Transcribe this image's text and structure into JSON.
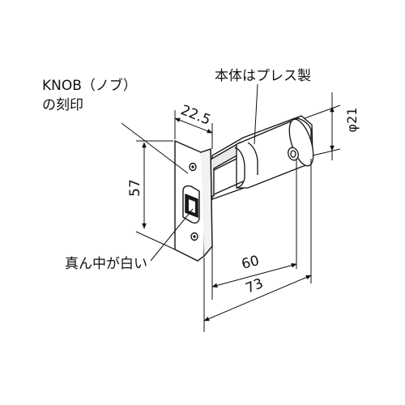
{
  "labels": {
    "knob_line1": "KNOB（ノブ）",
    "knob_line2": "の刻印",
    "body_press": "本体はプレス製",
    "center_white": "真ん中が白い"
  },
  "dimensions": {
    "faceplate_offset": "22.5",
    "faceplate_height": "57",
    "backset": "60",
    "overall_length": "73",
    "body_diameter": "φ21"
  }
}
